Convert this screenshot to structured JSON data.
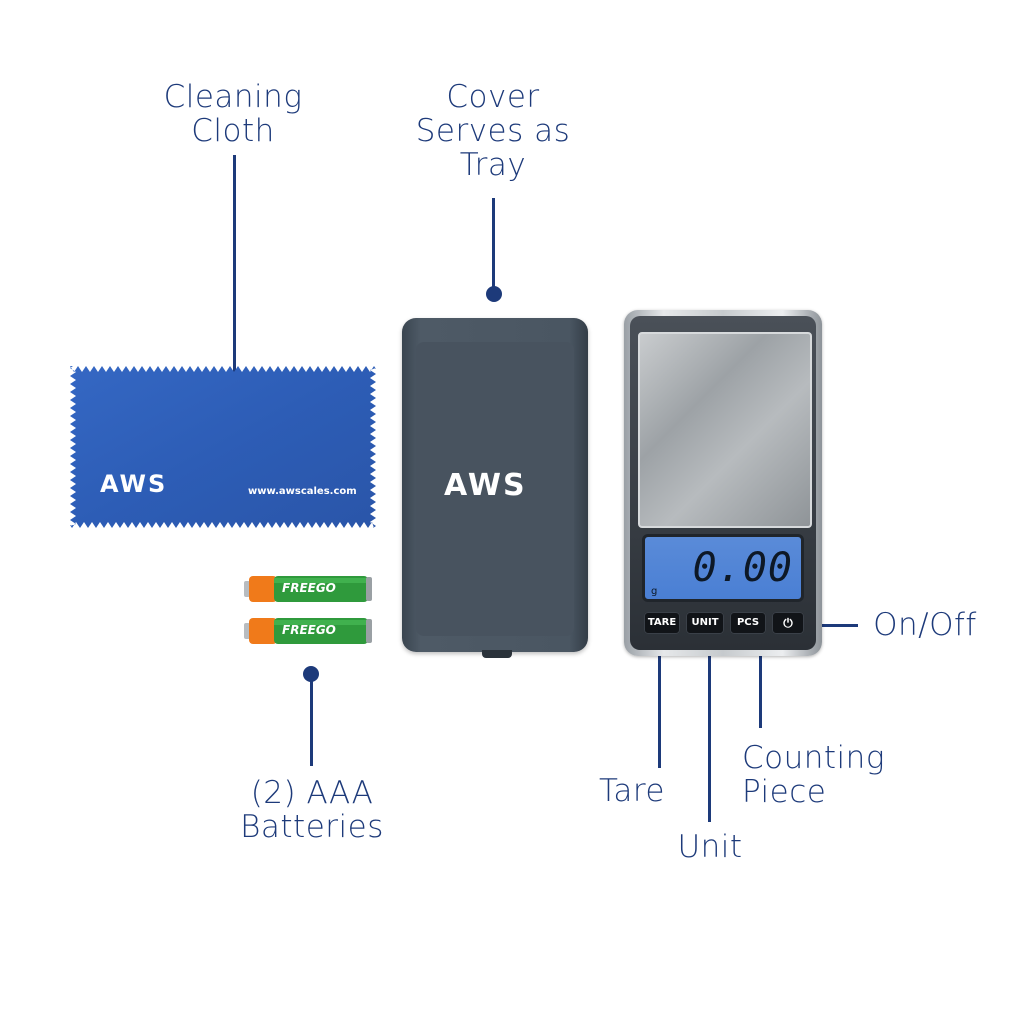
{
  "labels": {
    "cleaning_cloth": [
      "Cleaning",
      "Cloth"
    ],
    "cover": [
      "Cover",
      "Serves as",
      "Tray"
    ],
    "batteries": [
      "(2) AAA",
      "Batteries"
    ],
    "on_off": "On/Off",
    "tare": "Tare",
    "unit": "Unit",
    "counting_piece": [
      "Counting",
      "Piece"
    ]
  },
  "cloth": {
    "brand": "AWS",
    "website": "www.awscales.com",
    "color": "#2f5fb8"
  },
  "batteries": {
    "brand": "FREEGO",
    "count": 2
  },
  "cover": {
    "brand": "AWS"
  },
  "scale": {
    "display": "0.00",
    "display_unit": "g",
    "buttons": [
      "TARE",
      "UNIT",
      "PCS",
      "⏻"
    ]
  },
  "colors": {
    "accent": "#1d3a7a",
    "lcd": "#4a7fd4"
  }
}
